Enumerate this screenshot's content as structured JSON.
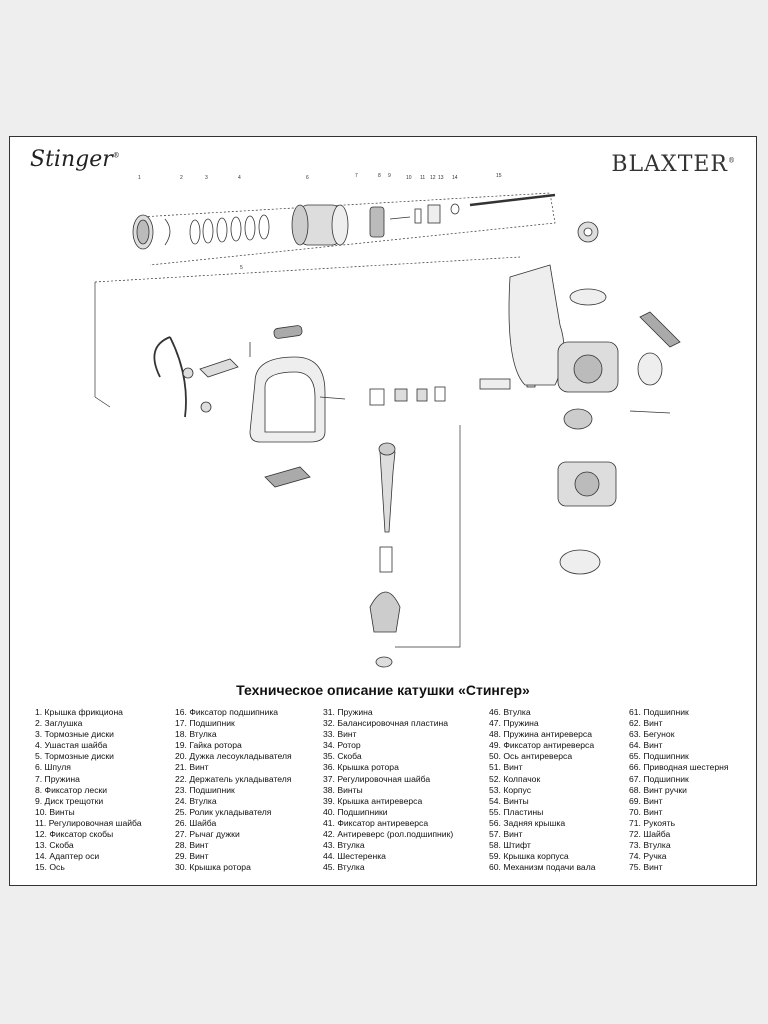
{
  "brand": {
    "left_logo": "Stinger",
    "right_logo": "BLAXTER",
    "registered": "®"
  },
  "title": "Техническое описание катушки «Стингер»",
  "part_numbers_top": [
    "1",
    "2",
    "3",
    "4",
    "5",
    "6",
    "7",
    "8",
    "9",
    "10",
    "11",
    "12",
    "13",
    "14",
    "15"
  ],
  "parts": [
    "1. Крышка фрикциона",
    "2. Заглушка",
    "3. Тормозные диски",
    "4. Ушастая шайба",
    "5. Тормозные диски",
    "6. Шпуля",
    "7. Пружина",
    "8. Фиксатор лески",
    "9. Диск трещотки",
    "10. Винты",
    "11. Регулировочная шайба",
    "12. Фиксатор скобы",
    "13. Скоба",
    "14. Адаптер оси",
    "15. Ось",
    "16. Фиксатор подшипника",
    "17. Подшипник",
    "18. Втулка",
    "19. Гайка ротора",
    "20. Дужка лесоукладывателя",
    "21. Винт",
    "22. Держатель укладывателя",
    "23. Подшипник",
    "24. Втулка",
    "25. Ролик укладывателя",
    "26. Шайба",
    "27. Рычаг дужки",
    "28. Винт",
    "29. Винт",
    "30. Крышка ротора",
    "31. Пружина",
    "32. Балансировочная пластина",
    "33. Винт",
    "34. Ротор",
    "35. Скоба",
    "36. Крышка ротора",
    "37. Регулировочная шайба",
    "38. Винты",
    "39. Крышка антиреверса",
    "40. Подшипники",
    "41. Фиксатор антиреверса",
    "42. Антиреверс (рол.подшипник)",
    "43. Втулка",
    "44. Шестеренка",
    "45. Втулка",
    "46. Втулка",
    "47. Пружина",
    "48. Пружина антиреверса",
    "49. Фиксатор антиреверса",
    "50. Ось антиреверса",
    "51. Винт",
    "52. Колпачок",
    "53. Корпус",
    "54. Винты",
    "55. Пластины",
    "56. Задняя крышка",
    "57. Винт",
    "58. Штифт",
    "59. Крышка корпуса",
    "60. Механизм подачи вала",
    "61. Подшипник",
    "62. Винт",
    "63. Бегунок",
    "64. Винт",
    "65. Подшипник",
    "66. Приводная шестерня",
    "67. Подшипник",
    "68. Винт ручки",
    "69. Винт",
    "70. Винт",
    "71. Рукоять",
    "72. Шайба",
    "73. Втулка",
    "74. Ручка",
    "75. Винт"
  ],
  "colors": {
    "line": "#333333",
    "part_fill": "#dddddd",
    "sheet": "#ffffff",
    "background": "#eeeeee"
  }
}
